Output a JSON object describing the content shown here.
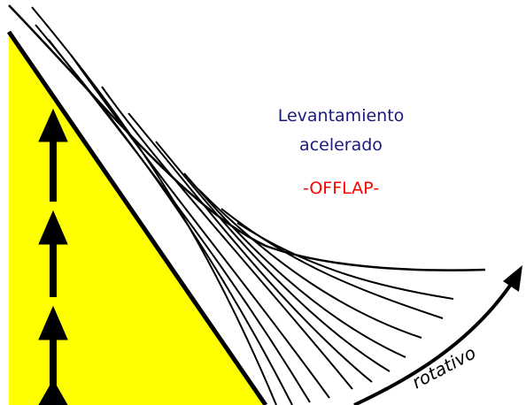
{
  "labels": {
    "title_line1": "Levantamiento",
    "title_line2": "acelerado",
    "subtitle": "-OFFLAP-",
    "arrow_label": "rotativo"
  },
  "colors": {
    "block_fill": "#ffff00",
    "line_color": "#000000",
    "title_color": "#1a1a7a",
    "subtitle_color": "#ff0000"
  },
  "icons": {
    "uplift_arrows": "upward-arrow-icon",
    "rotation_arrow": "curved-arrow-icon"
  }
}
